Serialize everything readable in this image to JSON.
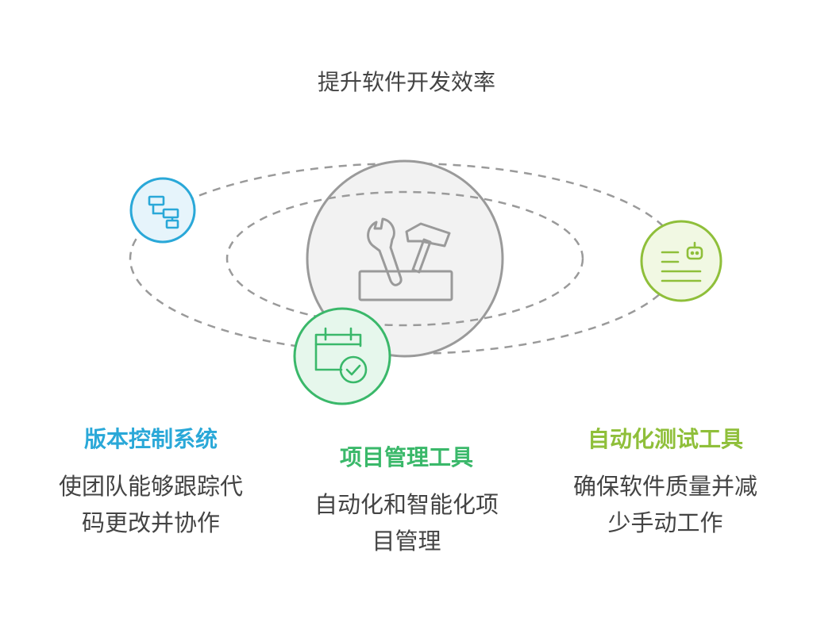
{
  "title": "提升软件开发效率",
  "colors": {
    "blue": "#2aa8d8",
    "green": "#3ab86a",
    "lime": "#8fbf3a",
    "gray": "#9a9a9a"
  },
  "center_icon": "toolbox-icon",
  "items": [
    {
      "icon": "git-branch-icon",
      "title": "版本控制系统",
      "desc_line1": "使团队能够跟踪代",
      "desc_line2": "码更改并协作"
    },
    {
      "icon": "calendar-check-icon",
      "title": "项目管理工具",
      "desc_line1": "自动化和智能化项",
      "desc_line2": "目管理"
    },
    {
      "icon": "robot-list-icon",
      "title": "自动化测试工具",
      "desc_line1": "确保软件质量并减",
      "desc_line2": "少手动工作"
    }
  ]
}
